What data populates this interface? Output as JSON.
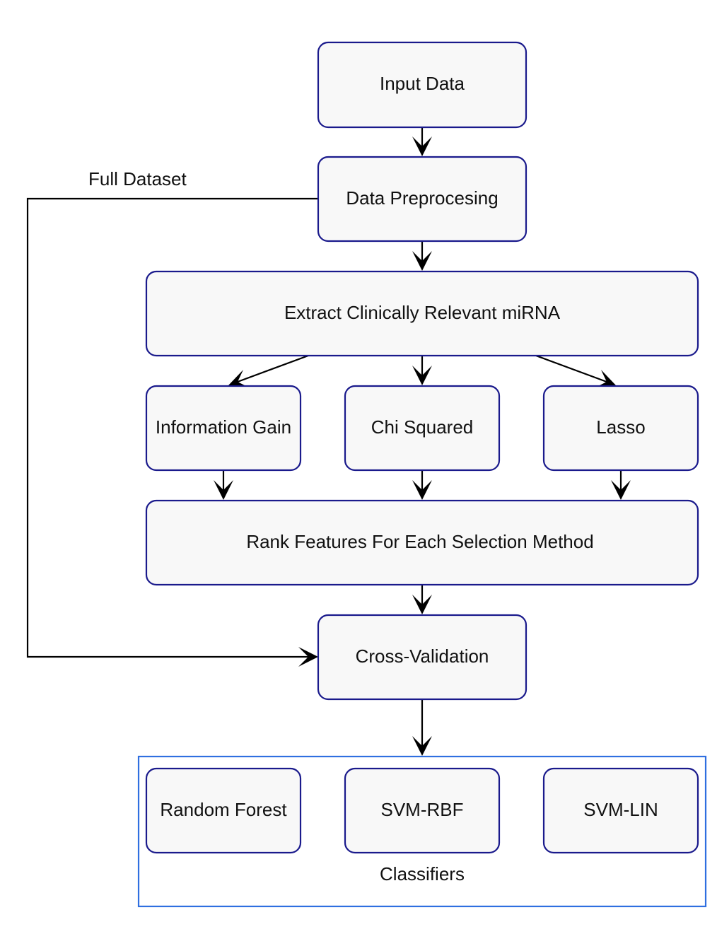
{
  "diagram": {
    "nodes": {
      "input_data": "Input Data",
      "data_preprocessing": "Data Preprocesing",
      "extract_mirna": "Extract Clinically Relevant miRNA",
      "information_gain": "Information Gain",
      "chi_squared": "Chi Squared",
      "lasso": "Lasso",
      "rank_features": "Rank Features For Each Selection Method",
      "cross_validation": "Cross-Validation",
      "random_forest": "Random Forest",
      "svm_rbf": "SVM-RBF",
      "svm_lin": "SVM-LIN"
    },
    "group_label": "Classifiers",
    "edge_label_full_dataset": "Full Dataset",
    "colors": {
      "node_border": "#1a1a8c",
      "node_fill": "#f8f8f8",
      "group_border": "#2f6fe0",
      "edge": "#000000"
    }
  }
}
